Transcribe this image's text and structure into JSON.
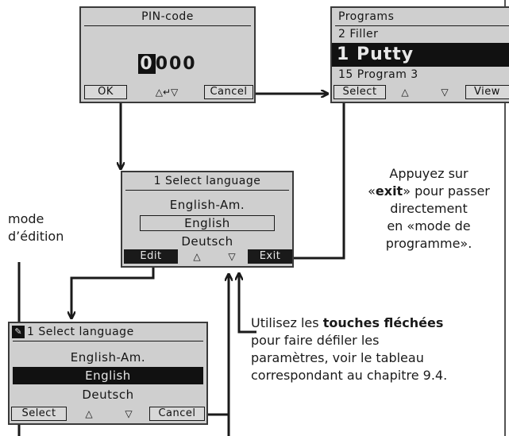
{
  "pin_screen": {
    "title": "PIN-code",
    "pin_first_digit": "0",
    "pin_rest": "000",
    "key_ok": "OK",
    "nav_symbols": "△↵▽",
    "key_cancel": "Cancel"
  },
  "programs_screen": {
    "title": "Programs",
    "line_prev": "2 Filler",
    "line_selected": "1  Putty",
    "line_next": "15 Program 3",
    "key_select": "Select",
    "nav_up": "△",
    "nav_down": "▽",
    "key_view": "View"
  },
  "language_screen": {
    "title": "1 Select language",
    "option_prev": "English-Am.",
    "option_current": "English",
    "option_next": "Deutsch",
    "key_edit": "Edit",
    "nav_up": "△",
    "nav_down": "▽",
    "key_exit": "Exit"
  },
  "edit_screen": {
    "title": "1 Select language",
    "option_prev": "English-Am.",
    "option_current": "English",
    "option_next": "Deutsch",
    "key_select": "Select",
    "nav_up": "△",
    "nav_down": "▽",
    "key_cancel": "Cancel"
  },
  "annotations": {
    "exit_note_line1": "Appuyez sur",
    "exit_note_prefix": "«",
    "exit_note_bold": "exit",
    "exit_note_suffix": "» pour passer",
    "exit_note_line3": "directement",
    "exit_note_line4": "en «mode de",
    "exit_note_line5": "programme».",
    "edit_mode_line1": "mode",
    "edit_mode_line2": "d’édition",
    "arrows_note_prefix": "Utilisez les ",
    "arrows_note_bold": "touches fléchées",
    "arrows_note_line2": "pour faire défiler les",
    "arrows_note_line3": "paramètres, voir le tableau",
    "arrows_note_line4": "correspondant au chapitre 9.4."
  }
}
